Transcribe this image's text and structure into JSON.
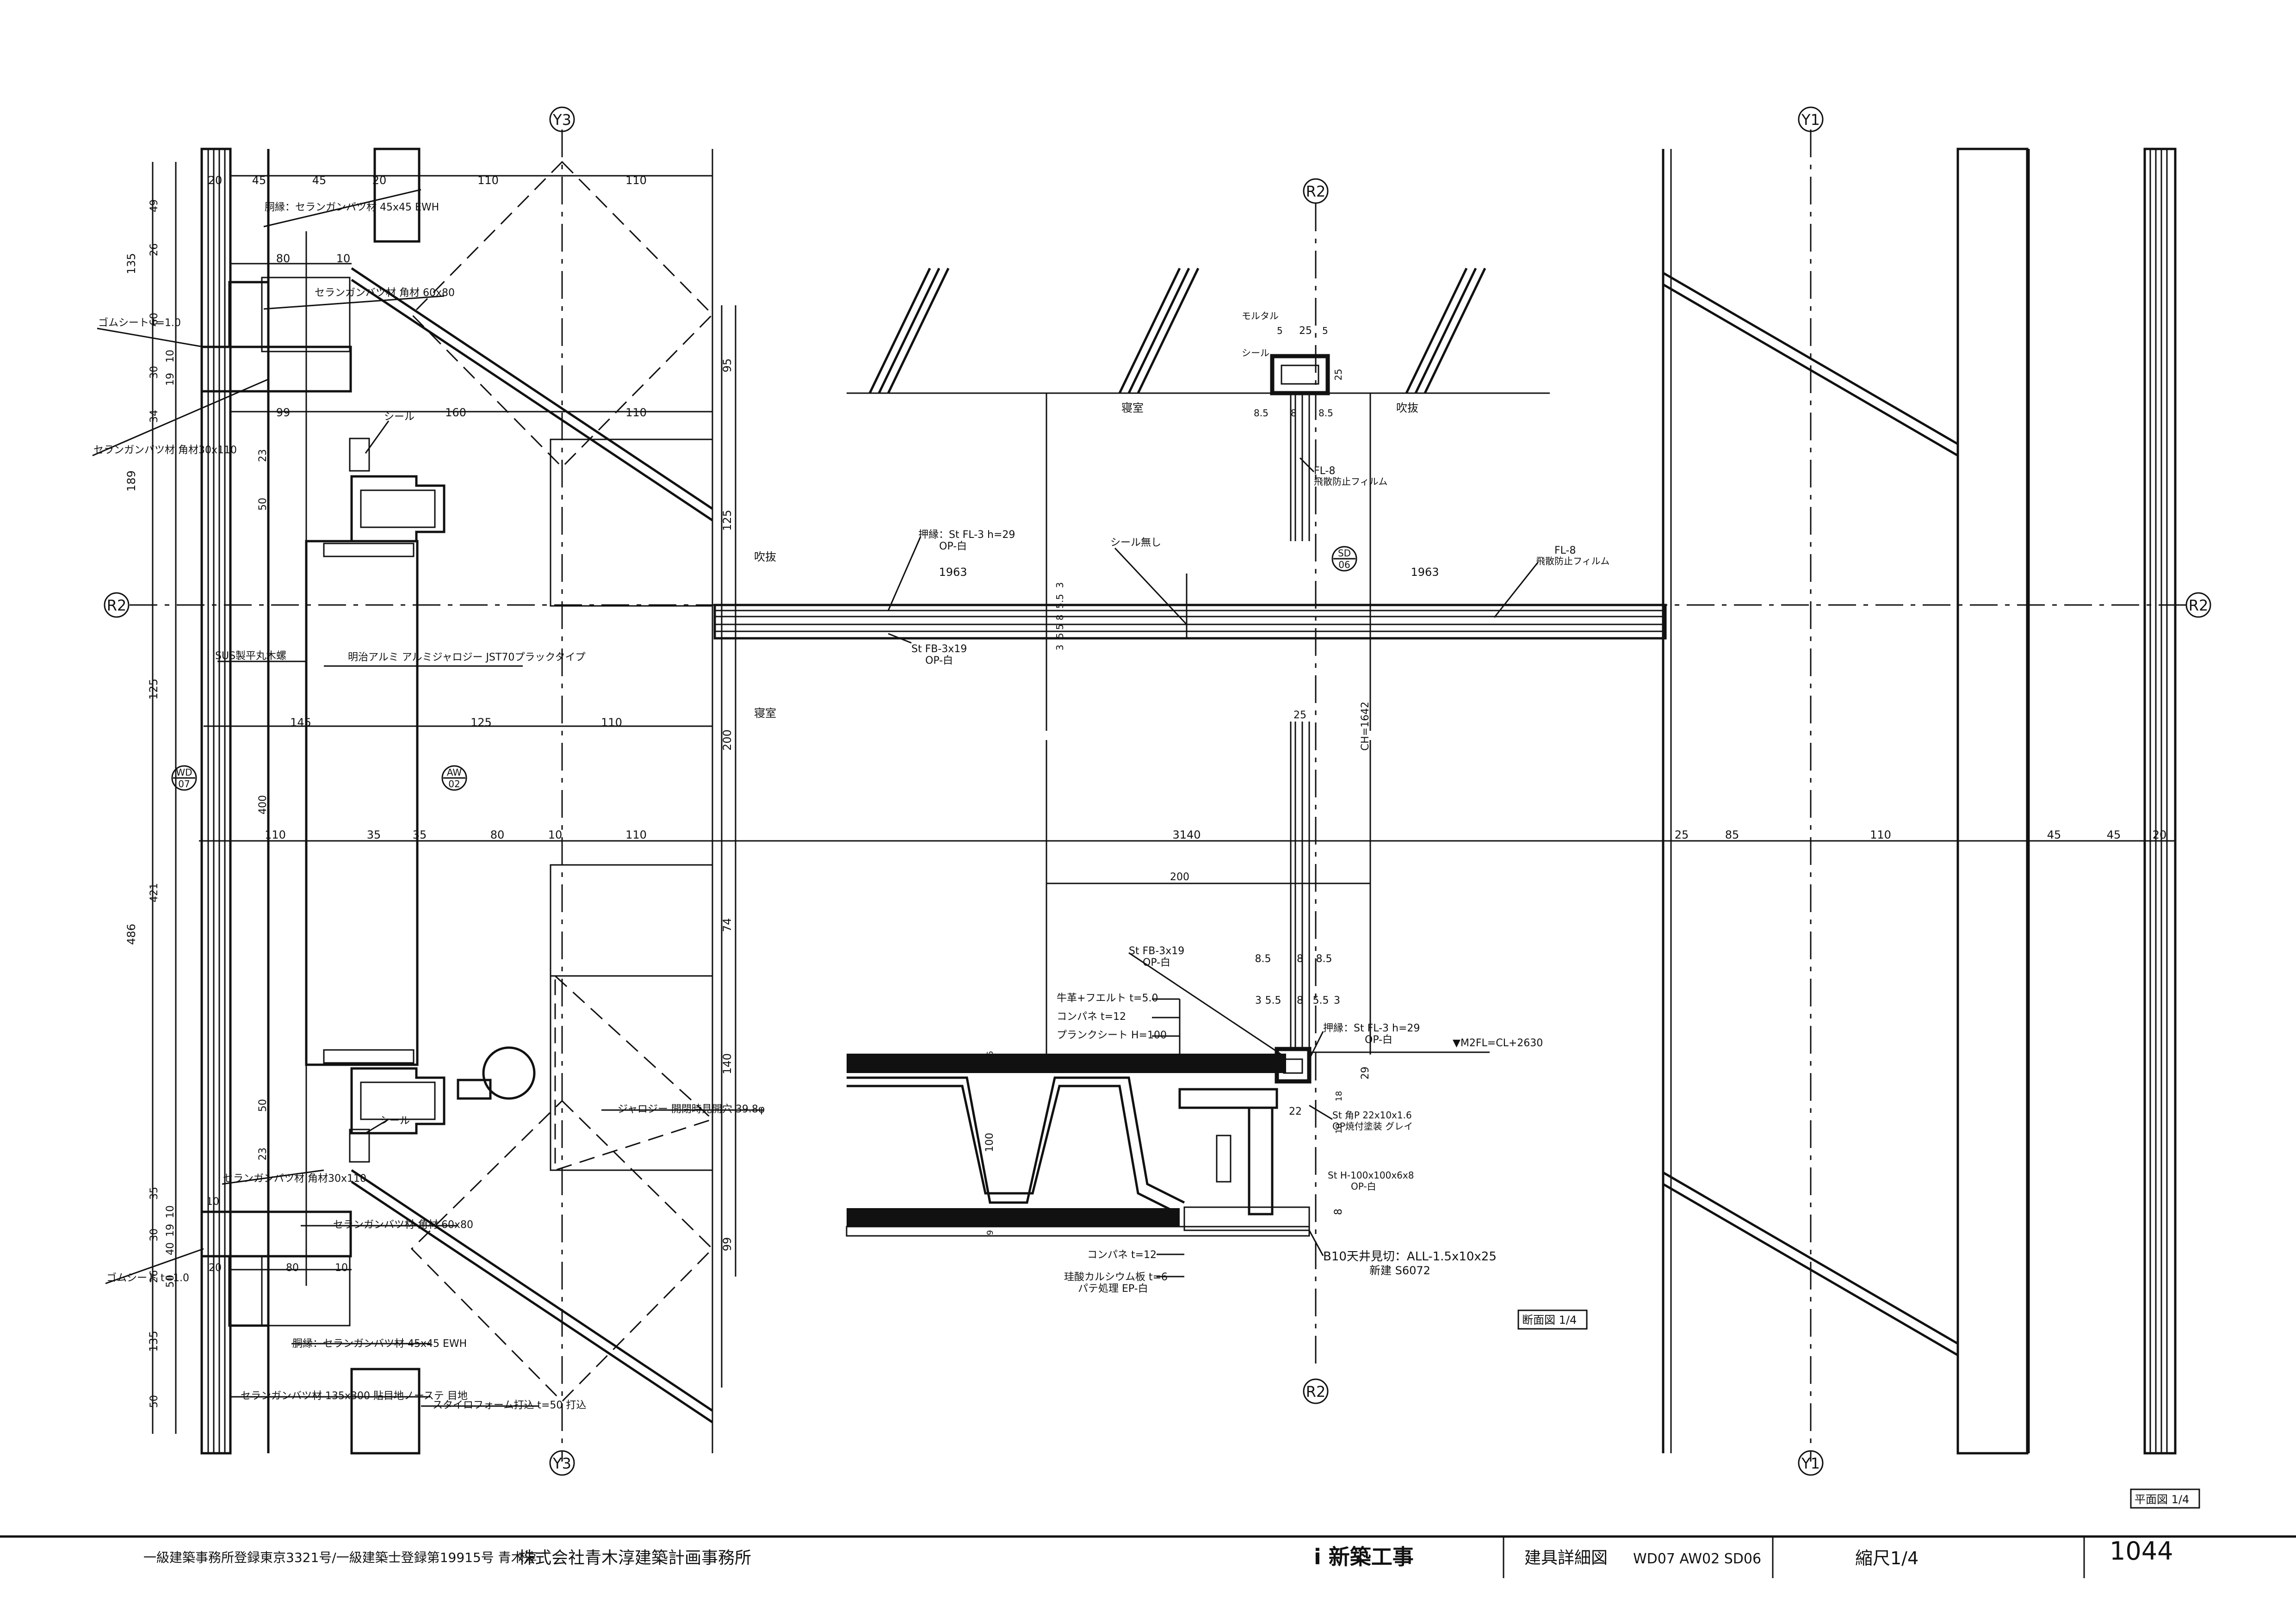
{
  "gridBubbles": {
    "y3": "Y3",
    "y1": "Y1",
    "r2": "R2",
    "wd07": [
      "WD",
      "07"
    ],
    "aw02": [
      "AW",
      "02"
    ],
    "sd06": [
      "SD",
      "06"
    ]
  },
  "leftDetail": {
    "topDims": [
      "20",
      "45",
      "45",
      "20",
      "110",
      "110"
    ],
    "vertDimsLeft": [
      "135",
      "189",
      "125",
      "486",
      "135"
    ],
    "vertDimsInner": [
      "49",
      "26",
      "60",
      "19",
      "10",
      "30",
      "34",
      "23",
      "50",
      "400",
      "421",
      "50",
      "23",
      "35",
      "10",
      "19",
      "30",
      "50",
      "40",
      "26",
      "50"
    ],
    "rightVertDims": [
      "95",
      "125",
      "200",
      "74",
      "140",
      "99"
    ],
    "horizDims": [
      "80",
      "10",
      "99",
      "160",
      "110",
      "145",
      "125",
      "110",
      "110",
      "35",
      "35",
      "80",
      "10",
      "110",
      "10",
      "20",
      "80",
      "10"
    ],
    "labels": {
      "doukasa1": "胴縁：セランガンバツ材 45x45 EWH",
      "serangan60": "セランガンバツ材 角材 60x80",
      "gomuTop": "ゴムシート t=1.0",
      "seal1": "シール",
      "serangan30": "セランガンバツ材 角材30x110",
      "sus": "SUS製平丸木螺",
      "jalousie": "明治アルミ アルミジャロジー JST70プラックタイプ",
      "serangan30b": "セランガンバツ材 角材30x110",
      "serangan60b": "セランガンバツ材 角材 60x80",
      "gomuBot": "ゴムシート t=1.0",
      "seal2": "シール",
      "doukasa2": "胴縁：セランガンバツ材 45x45 EWH",
      "serangan135": "セランガンバツ材 135x300 貼目地ノーステ 目地",
      "styro": "スタイロフォーム打込 t=50 打込",
      "jalousieSpec": "ジャロジー 開閉時見開穴 39.8φ"
    }
  },
  "centerDetail": {
    "roomLabels": [
      "寝室",
      "吹抜",
      "吹抜",
      "寝室"
    ],
    "sealNone": "シール無し",
    "osaeTop": "押縁：St FL-3 h=29",
    "osaeTopPaint": "OP-白",
    "stfbTop": "St FB-3x19",
    "stfbTopPaint": "OP-白",
    "fl8a": "FL-8",
    "fl8aNote": "飛散防止フィルム",
    "fl8b": "FL-8",
    "fl8bNote": "飛散防止フィルム",
    "span": "1963",
    "span2": "1963",
    "mortar": "モルタル",
    "seal": "シール",
    "smallDims": [
      "5",
      "25",
      "5",
      "25",
      "8.5",
      "8",
      "8.5"
    ],
    "glassDims": [
      "3",
      "5.5",
      "8",
      "5.5",
      "3"
    ],
    "ch": "CH=1642",
    "w25": "25",
    "w200": "200",
    "w3140": "3140",
    "bottomNotes": {
      "stfb": "St FB-3x19",
      "stfbPaint": "OP-白",
      "floor1": "牛革+フエルト t=5.0",
      "floor2": "コンパネ t=12",
      "floor3": "プランクシート H=100",
      "osae": "押縁：St FL-3 h=29",
      "osaePaint": "OP-白",
      "level": "▼M2FL=CL+2630",
      "kaku": "St 角P 22x10x1.6",
      "kakuPaint": "OP焼付塗装 グレイ",
      "stH": "St H-100x100x6x8",
      "stHPaint": "OP-白",
      "konpane": "コンパネ t=12",
      "keisan": "珪酸カルシウム板 t=6",
      "keisanPaint": "パテ処理 EP-白",
      "ceiling": "B10天井見切：ALL-1.5x10x25",
      "ceiling2": "新建 S6072",
      "dims": [
        "8.5",
        "8",
        "8.5",
        "3",
        "5.5",
        "8",
        "5.5",
        "3",
        "22",
        "29",
        "8",
        "100",
        "6",
        "9",
        "18",
        "18"
      ],
      "section": "断面図 1/4"
    }
  },
  "rightDetail": {
    "dims": [
      "25",
      "85",
      "110",
      "45",
      "45",
      "20"
    ],
    "plan": "平面図 1/4"
  },
  "titleBlock": {
    "registration": "一級建築事務所登録東京3321号/一級建築士登録第19915号 青木淳",
    "office": "株式会社青木淳建築計画事務所",
    "project": "i 新築工事",
    "drawingTitle": "建具詳細図",
    "drawingCodes": "WD07 AW02 SD06",
    "scale": "縮尺1/4",
    "number": "1044"
  }
}
